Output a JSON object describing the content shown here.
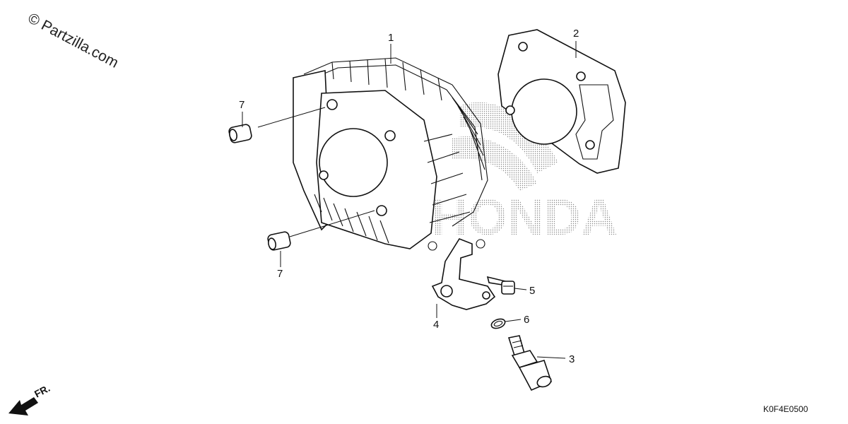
{
  "watermark": "© Partzilla.com",
  "diagram_code": "K0F4E0500",
  "direction_label": "FR.",
  "brand_watermark": "HONDA",
  "callouts": {
    "p1": "1",
    "p2": "2",
    "p3": "3",
    "p4": "4",
    "p5": "5",
    "p6": "6",
    "p7a": "7",
    "p7b": "7"
  }
}
